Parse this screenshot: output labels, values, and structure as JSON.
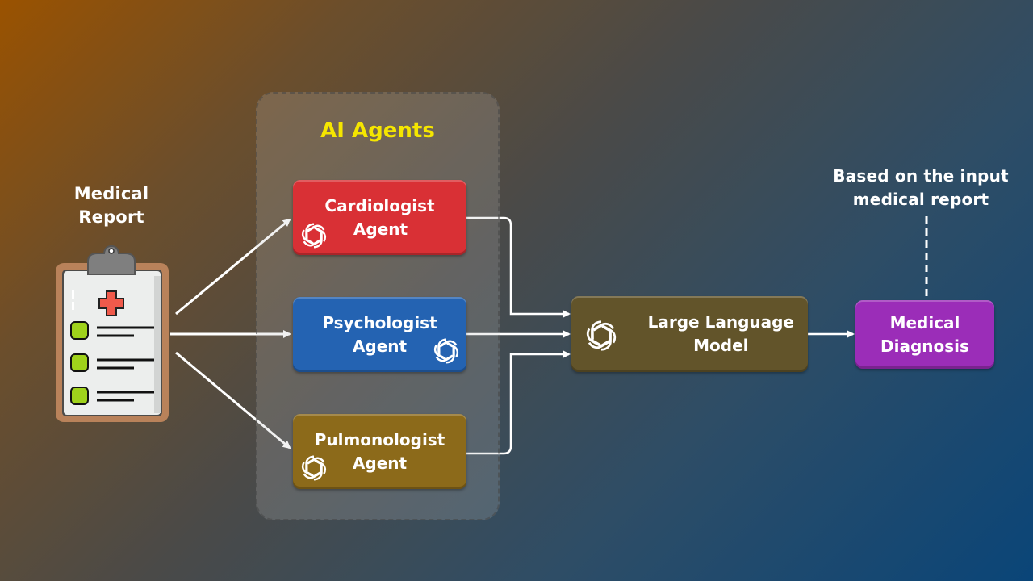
{
  "colors": {
    "group_title": "#f5e600",
    "cardiologist": "#d93035",
    "psychologist": "#2463b2",
    "pulmonologist": "#8c6a1a",
    "llm": "#62542a",
    "diagnosis": "#9b2db8",
    "arrow": "#ffffff"
  },
  "input": {
    "label_line1": "Medical",
    "label_line2": "Report",
    "icon": "clipboard-medical-icon"
  },
  "group": {
    "title": "AI Agents"
  },
  "agents": [
    {
      "line1": "Cardiologist",
      "line2": "Agent",
      "icon": "openai-logo-icon"
    },
    {
      "line1": "Psychologist",
      "line2": "Agent",
      "icon": "openai-logo-icon"
    },
    {
      "line1": "Pulmonologist",
      "line2": "Agent",
      "icon": "openai-logo-icon"
    }
  ],
  "llm": {
    "line1": "Large Language",
    "line2": "Model",
    "icon": "openai-logo-icon"
  },
  "output": {
    "line1": "Medical",
    "line2": "Diagnosis"
  },
  "annotation": {
    "line1": "Based on the input",
    "line2": "medical report"
  }
}
